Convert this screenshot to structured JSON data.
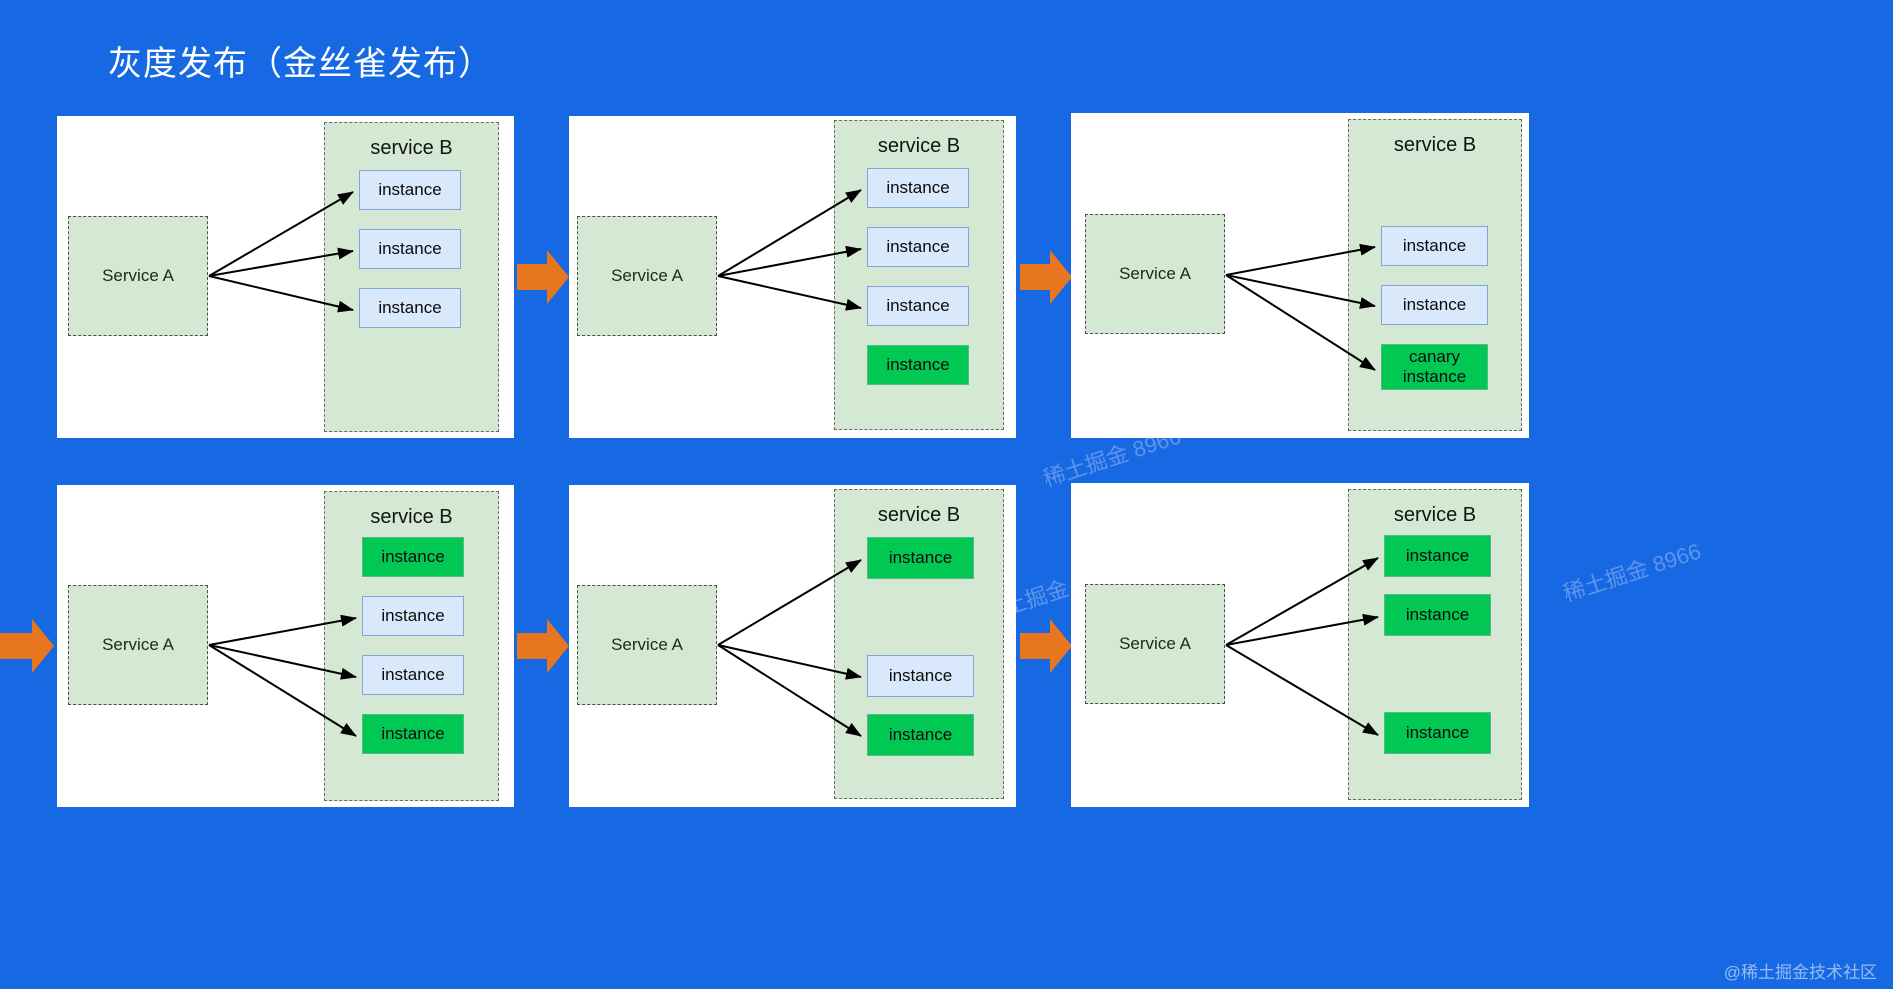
{
  "page": {
    "title": "灰度发布（金丝雀发布）",
    "background_color": "#1668e3",
    "watermark_corner": "@稀土掘金技术社区",
    "watermark_text": "稀土掘金 8966"
  },
  "colors": {
    "background": "#1668e3",
    "panel": "#ffffff",
    "service_box": "#d5e8d4",
    "instance_blue": "#dae8fc",
    "instance_green": "#00c853",
    "step_arrow": "#e8761f",
    "title_text": "#ffffff"
  },
  "labels": {
    "service_a": "Service A",
    "service_b": "service B",
    "instance": "instance",
    "canary_instance": "canary instance"
  },
  "panels": [
    {
      "id": "panel-1",
      "step": 1,
      "service_a": "Service A",
      "service_b": "service B",
      "instances": [
        {
          "label": "instance",
          "color": "blue",
          "arrow": true
        },
        {
          "label": "instance",
          "color": "blue",
          "arrow": true
        },
        {
          "label": "instance",
          "color": "blue",
          "arrow": true
        }
      ]
    },
    {
      "id": "panel-2",
      "step": 2,
      "service_a": "Service A",
      "service_b": "service B",
      "instances": [
        {
          "label": "instance",
          "color": "blue",
          "arrow": true
        },
        {
          "label": "instance",
          "color": "blue",
          "arrow": true
        },
        {
          "label": "instance",
          "color": "blue",
          "arrow": true
        },
        {
          "label": "instance",
          "color": "green",
          "arrow": false
        }
      ]
    },
    {
      "id": "panel-3",
      "step": 3,
      "service_a": "Service A",
      "service_b": "service B",
      "instances": [
        {
          "label": "instance",
          "color": "blue",
          "arrow": true
        },
        {
          "label": "instance",
          "color": "blue",
          "arrow": true
        },
        {
          "label": "canary instance",
          "color": "green",
          "arrow": true
        }
      ]
    },
    {
      "id": "panel-4",
      "step": 4,
      "service_a": "Service A",
      "service_b": "service B",
      "instances": [
        {
          "label": "instance",
          "color": "green",
          "arrow": false
        },
        {
          "label": "instance",
          "color": "blue",
          "arrow": true
        },
        {
          "label": "instance",
          "color": "blue",
          "arrow": true
        },
        {
          "label": "instance",
          "color": "green",
          "arrow": true
        }
      ]
    },
    {
      "id": "panel-5",
      "step": 5,
      "service_a": "Service A",
      "service_b": "service B",
      "instances": [
        {
          "label": "instance",
          "color": "green",
          "arrow": true
        },
        {
          "label": "instance",
          "color": "blue",
          "arrow": true
        },
        {
          "label": "instance",
          "color": "green",
          "arrow": true
        }
      ]
    },
    {
      "id": "panel-6",
      "step": 6,
      "service_a": "Service A",
      "service_b": "service B",
      "instances": [
        {
          "label": "instance",
          "color": "green",
          "arrow": true
        },
        {
          "label": "instance",
          "color": "green",
          "arrow": true
        },
        {
          "label": "instance",
          "color": "green",
          "arrow": true
        }
      ]
    }
  ],
  "step_arrows": [
    {
      "id": "step-arrow-1-2",
      "direction": "right"
    },
    {
      "id": "step-arrow-2-3",
      "direction": "right"
    },
    {
      "id": "step-arrow-3-4",
      "direction": "right"
    },
    {
      "id": "step-arrow-4-5",
      "direction": "right"
    },
    {
      "id": "step-arrow-5-6",
      "direction": "right"
    }
  ]
}
